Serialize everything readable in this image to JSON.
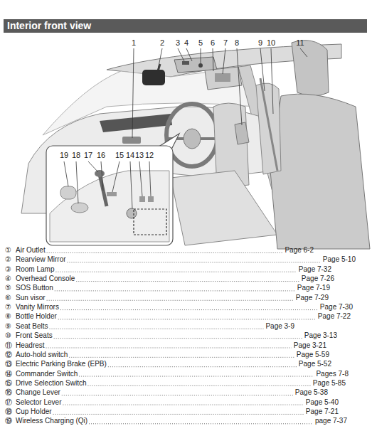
{
  "diagram": {
    "title": "Interior front view",
    "labels": [
      "1",
      "2",
      "3",
      "4",
      "5",
      "6",
      "7",
      "8",
      "9",
      "10",
      "11",
      "19",
      "18",
      "17",
      "16",
      "15",
      "14",
      "13",
      "12",
      "①",
      "Air Outlet",
      "Page 6-2",
      "②",
      "Rearview Mirror",
      "Page 5-10",
      "③",
      "Room Lamp",
      "Page 7-32",
      "④",
      "Overhead Console",
      "Page 7-26",
      "⑤",
      "SOS Button",
      "Page 7-19",
      "⑥",
      "Sun visor",
      "Page 7-29",
      "⑦",
      "Vanity Mirrors",
      "Page 7-30",
      "⑧",
      "Bottle Holder",
      "Page 7-22",
      "⑨",
      "Seat Belts",
      "Page 3-9",
      "⑩",
      "Front Seats",
      "Page 3-13",
      "⑪",
      "Headrest",
      "Page 3-21",
      "⑫",
      "Auto-hold switch",
      "Page 5-59",
      "⑬",
      "Electric Parking Brake (EPB)",
      "Page 5-52",
      "⑭",
      "Commander Switch",
      "Pages 7-8",
      "⑮",
      "Drive Selection Switch",
      "Page 5-85",
      "⑯",
      "Change Lever",
      "Page 5-38",
      "⑰",
      "Selector Lever",
      "Page 5-40",
      "⑱",
      "Cup Holder",
      "Page 7-21",
      "⑲",
      "Wireless Charging (Qi)",
      "page 7-37"
    ]
  }
}
